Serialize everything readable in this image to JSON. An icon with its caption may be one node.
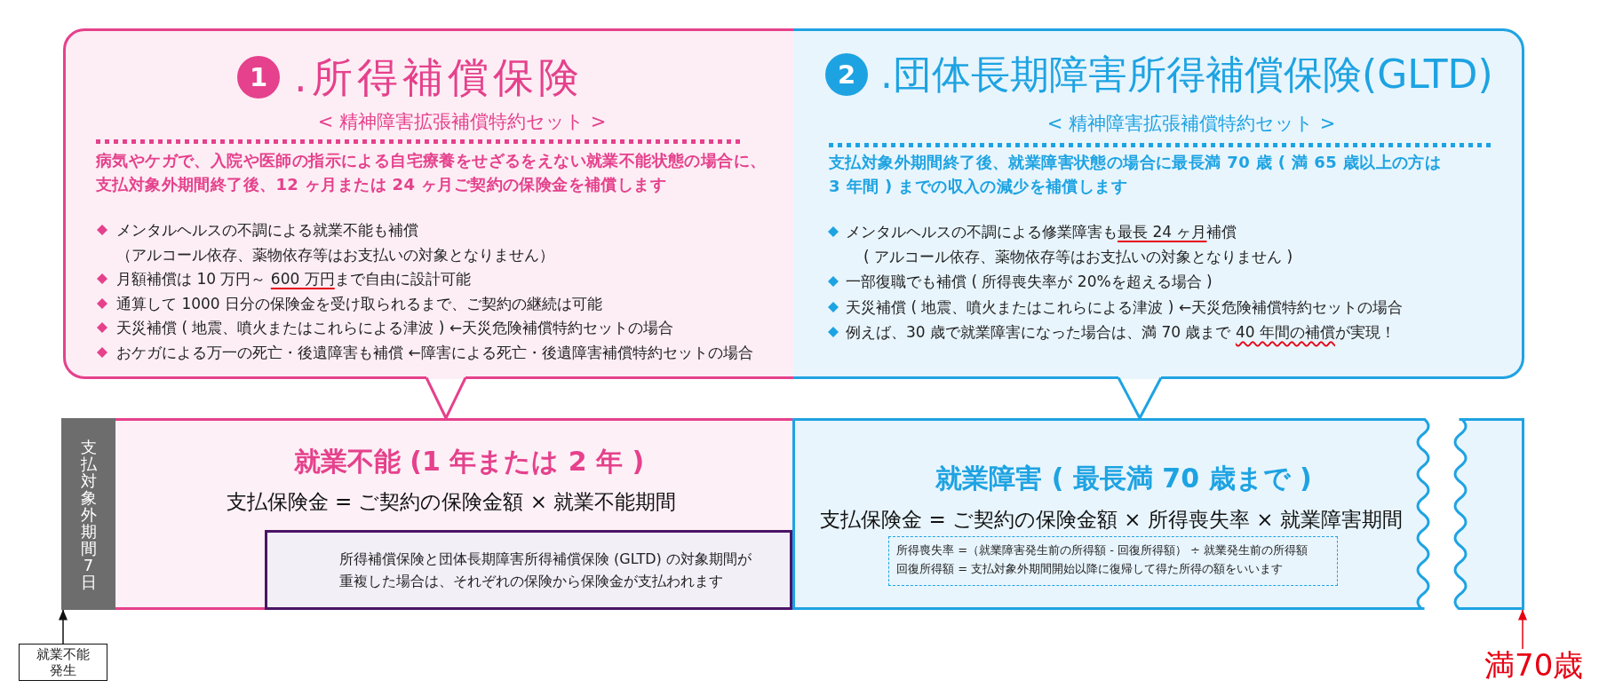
{
  "diagram": {
    "nodes": [
      {
        "text": [
          "1",
          ".所得補償保険",
          "< 精神障害拡張補償特約セット >",
          "病気やケガで、入院や医師の指示による自宅療養をせざるをえない就業不能状態の場合に、支払対象外期間終了後、12 ヶ月または 24 ヶ月ご契約の保険金を補償します",
          "メンタルヘルスの不調による就業不能も補償",
          "（アルコール依存、薬物依存等はお支払いの対象となりません）",
          "月額補償は 10 万円～ 600 万円まで自由に設計可能",
          "通算して 1000 日分の保険金を受け取られるまで、ご契約の継続は可能",
          "天災補償 ( 地震、噴火またはこれらによる津波 ) ←天災危険補償特約セットの場合",
          "おケガによる万一の死亡・後遺障害も補償 ←障害による死亡・後遺障害補償特約セットの場合"
        ]
      },
      {
        "text": [
          "2",
          ".団体長期障害所得補償保険(GLTD)",
          "< 精神障害拡張補償特約セット >",
          "支払対象外期間終了後、就業障害状態の場合に最長満 70 歳 ( 満 65 歳以上の方は 3 年間 ) までの収入の減少を補償します",
          "メンタルヘルスの不調による修業障害も最長 24 ヶ月補償",
          "( アルコール依存、薬物依存等はお支払いの対象となりません )",
          "一部復職でも補償 ( 所得喪失率が 20%を超える場合 )",
          "天災補償 ( 地震、噴火またはこれらによる津波 ) ←天災危険補償特約セットの場合",
          "例えば、30 歳で就業障害になった場合は、満 70 歳まで 40 年間の補償が実現！"
        ]
      },
      {
        "text": [
          "支払対象外期間7日"
        ]
      },
      {
        "text": [
          "就業不能 (1 年または 2 年 )",
          "支払保険金 = ご契約の保険金額 × 就業不能期間"
        ]
      },
      {
        "text": [
          "所得補償保険と団体長期障害所得補償保険 (GLTD) の対象期間が重複した場合は、それぞれの保険から保険金が支払われます"
        ],
        "in": 3
      },
      {
        "text": [
          "就業障害 ( 最長満 70 歳まで )",
          "支払保険金 = ご契約の保険金額 × 所得喪失率 × 就業障害期間"
        ]
      },
      {
        "text": [
          "所得喪失率 =（就業障害発生前の所得額 - 回復所得額） ÷ 就業発生前の所得額",
          "回復所得額 = 支払対象外期間開始以降に復帰して得た所得の額をいいます"
        ],
        "in": 5
      },
      {
        "text": [],
        "shape": "box"
      },
      {
        "text": [
          "就業不能発生"
        ]
      },
      {
        "text": [
          "満70歳"
        ]
      }
    ],
    "edges": [
      {
        "from": 0,
        "to": 3,
        "arrow": "none",
        "color": "#e5418c"
      },
      {
        "from": 1,
        "to": 5,
        "arrow": "none",
        "color": "#1ea3e2"
      },
      {
        "from": 8,
        "to": 2,
        "arrow": "to",
        "color": "#111111"
      },
      {
        "from": 9,
        "to": 7,
        "arrow": "to",
        "color": "#e60012"
      }
    ]
  }
}
